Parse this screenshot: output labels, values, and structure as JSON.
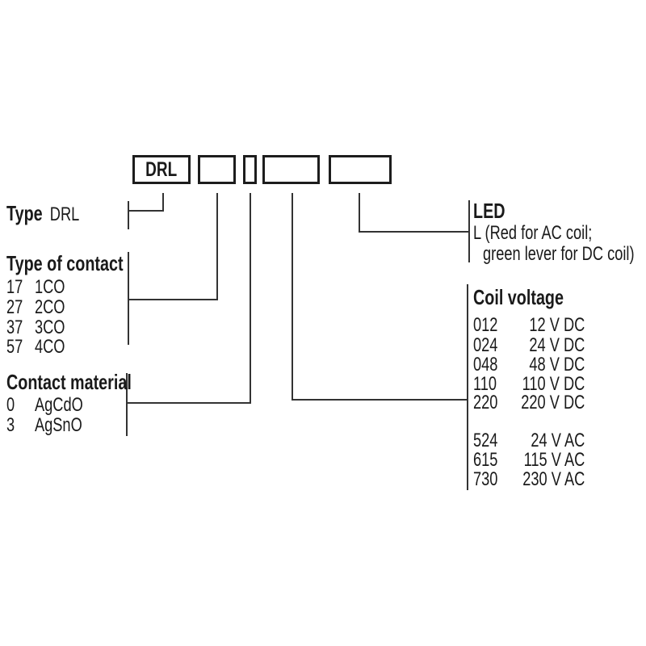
{
  "boxes": {
    "type_label": "DRL"
  },
  "type_section": {
    "heading": "Type",
    "value": "DRL"
  },
  "contact_section": {
    "heading": "Type of contact",
    "options": [
      {
        "code": "17",
        "value": "1CO"
      },
      {
        "code": "27",
        "value": "2CO"
      },
      {
        "code": "37",
        "value": "3CO"
      },
      {
        "code": "57",
        "value": "4CO"
      }
    ]
  },
  "material_section": {
    "heading": "Contact material",
    "options": [
      {
        "code": "0",
        "value": "AgCdO"
      },
      {
        "code": "3",
        "value": "AgSnO"
      }
    ]
  },
  "led_section": {
    "heading": "LED",
    "line1": "L (Red for AC coil;",
    "line2": "green lever for DC coil)"
  },
  "coil_section": {
    "heading": "Coil voltage",
    "dc_options": [
      {
        "code": "012",
        "value": "12 V DC"
      },
      {
        "code": "024",
        "value": "24 V DC"
      },
      {
        "code": "048",
        "value": "48 V DC"
      },
      {
        "code": "110",
        "value": "110 V DC"
      },
      {
        "code": "220",
        "value": "220 V DC"
      }
    ],
    "ac_options": [
      {
        "code": "524",
        "value": "24 V AC"
      },
      {
        "code": "615",
        "value": "115 V AC"
      },
      {
        "code": "730",
        "value": "230 V AC"
      }
    ]
  },
  "colors": {
    "ink": "#1a1a1a",
    "line": "#333333",
    "background": "#ffffff"
  }
}
